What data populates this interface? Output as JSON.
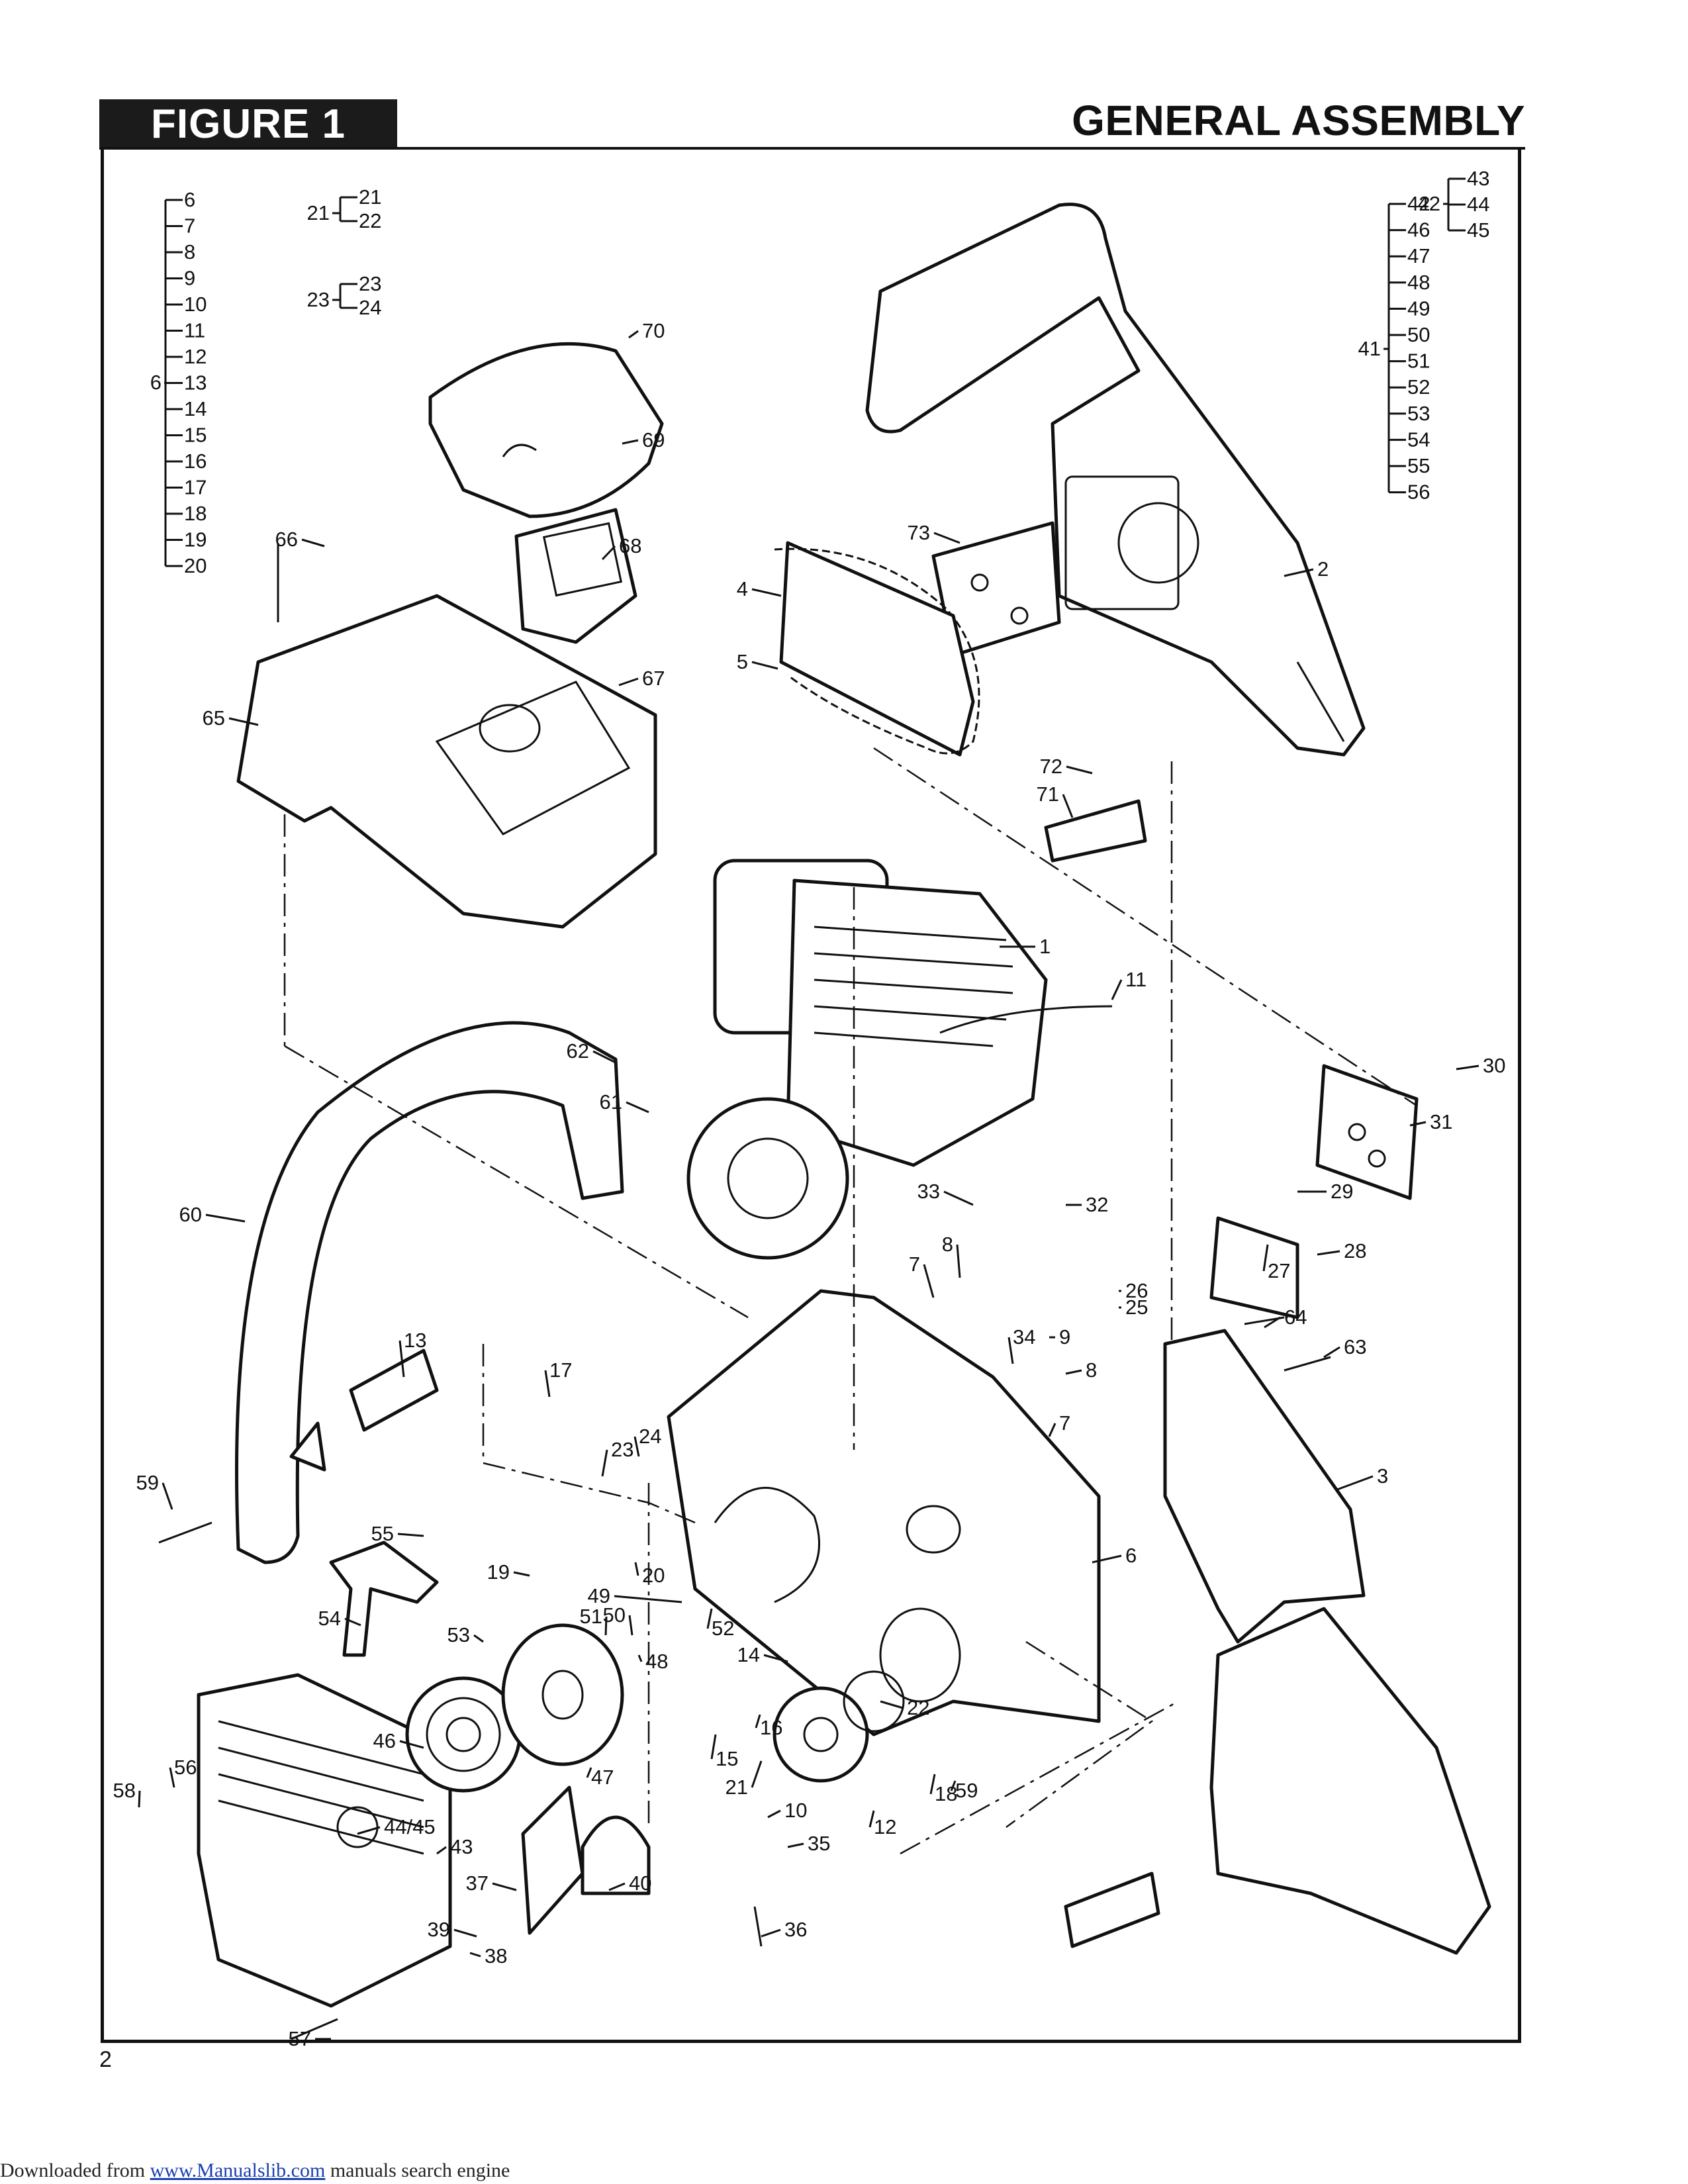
{
  "header": {
    "figure_label": "FIGURE 1",
    "title": "GENERAL ASSEMBLY"
  },
  "page_number": "2",
  "footer": {
    "prefix": "Downloaded from ",
    "link_text": "www.Manualslib.com",
    "suffix": " manuals search engine"
  },
  "groups": {
    "g6": {
      "parent": "6",
      "children": [
        "6",
        "7",
        "8",
        "9",
        "10",
        "11",
        "12",
        "13",
        "14",
        "15",
        "16",
        "17",
        "18",
        "19",
        "20"
      ]
    },
    "g21": {
      "parent": "21",
      "children": [
        "21",
        "22"
      ]
    },
    "g23": {
      "parent": "23",
      "children": [
        "23",
        "24"
      ]
    },
    "g42": {
      "parent": "42",
      "children": [
        "43",
        "44",
        "45"
      ]
    },
    "g41": {
      "parent": "41",
      "children": [
        "42",
        "46",
        "47",
        "48",
        "49",
        "50",
        "51",
        "52",
        "53",
        "54",
        "55",
        "56"
      ]
    }
  },
  "callouts": [
    "1",
    "2",
    "3",
    "4",
    "5",
    "6",
    "7",
    "7",
    "8",
    "8",
    "9",
    "10",
    "11",
    "12",
    "13",
    "14",
    "15",
    "16",
    "17",
    "18",
    "19",
    "20",
    "21",
    "22",
    "23",
    "24",
    "25",
    "26",
    "27",
    "28",
    "29",
    "30",
    "31",
    "32",
    "33",
    "34",
    "35",
    "36",
    "37",
    "38",
    "39",
    "40",
    "43",
    "44/45",
    "46",
    "47",
    "48",
    "49",
    "50",
    "51",
    "52",
    "53",
    "54",
    "55",
    "56",
    "57",
    "58",
    "59",
    "59",
    "60",
    "61",
    "62",
    "63",
    "64",
    "65",
    "66",
    "67",
    "68",
    "69",
    "70",
    "71",
    "72",
    "73"
  ]
}
